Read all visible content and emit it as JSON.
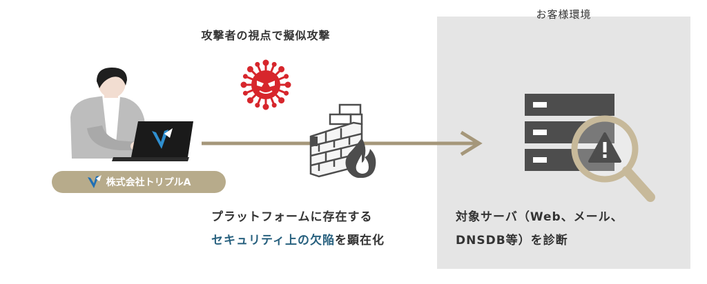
{
  "environment": {
    "label": "お客様環境"
  },
  "attack": {
    "title": "攻撃者の視点で擬似攻撃"
  },
  "company": {
    "name": "株式会社トリプルA"
  },
  "left_description": {
    "line1": "プラットフォームに存在する",
    "highlight": "セキュリティ上の欠陥",
    "line2_suffix": "を顕在化"
  },
  "right_description": {
    "line1": "対象サーバ（Web、メール、",
    "line2": "DNSDB等）を診断"
  },
  "colors": {
    "arrow": "#a5977a",
    "badge": "#b7ab8b",
    "panel": "#e5e5e5",
    "server": "#4d4d4d",
    "virus": "#d7262c",
    "highlight": "#27607e",
    "magnifier": "#c7b99a"
  },
  "icons": [
    "person-at-laptop-icon",
    "logo-icon",
    "virus-icon",
    "firewall-icon",
    "fire-icon",
    "server-icon",
    "magnifier-icon",
    "warning-icon"
  ]
}
